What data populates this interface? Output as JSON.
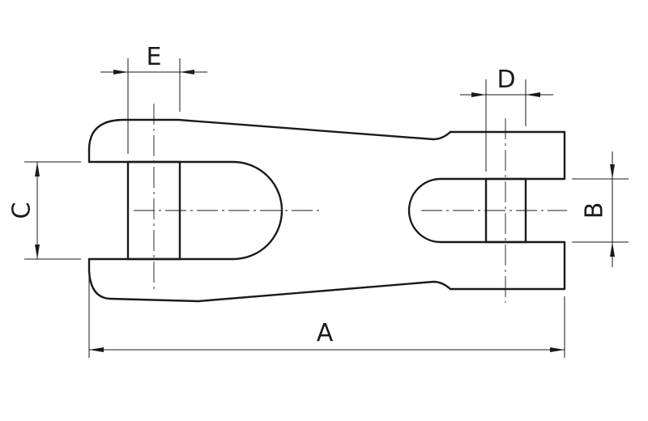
{
  "diagram": {
    "dimension_labels": {
      "a": "A",
      "b": "B",
      "c": "C",
      "d": "D",
      "e": "E"
    }
  },
  "colors": {
    "line": "#1a1a1a",
    "background": "#ffffff"
  }
}
